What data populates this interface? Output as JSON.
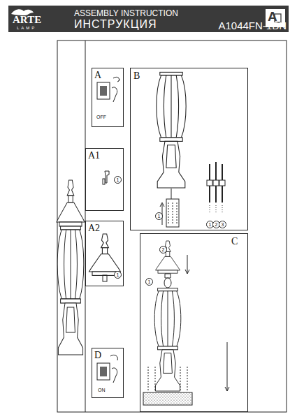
{
  "diagram": {
    "nodes": [
      {
        "text": [
          "A",
          "OFF"
        ]
      },
      {
        "text": [
          "A1"
        ]
      },
      {
        "text": [
          "A2"
        ]
      },
      {
        "text": [
          "B"
        ]
      },
      {
        "text": [
          "C"
        ]
      },
      {
        "text": [
          "D",
          "ON"
        ]
      }
    ],
    "labels": [
      "ARTE",
      "LAMP",
      "ASSEMBLY INSTRUCTION",
      "ИНСТРУКЦИЯ",
      "A",
      "A1044FN-1BN",
      "1",
      "1",
      "1",
      "1",
      "2",
      "3",
      "1",
      "2"
    ]
  }
}
